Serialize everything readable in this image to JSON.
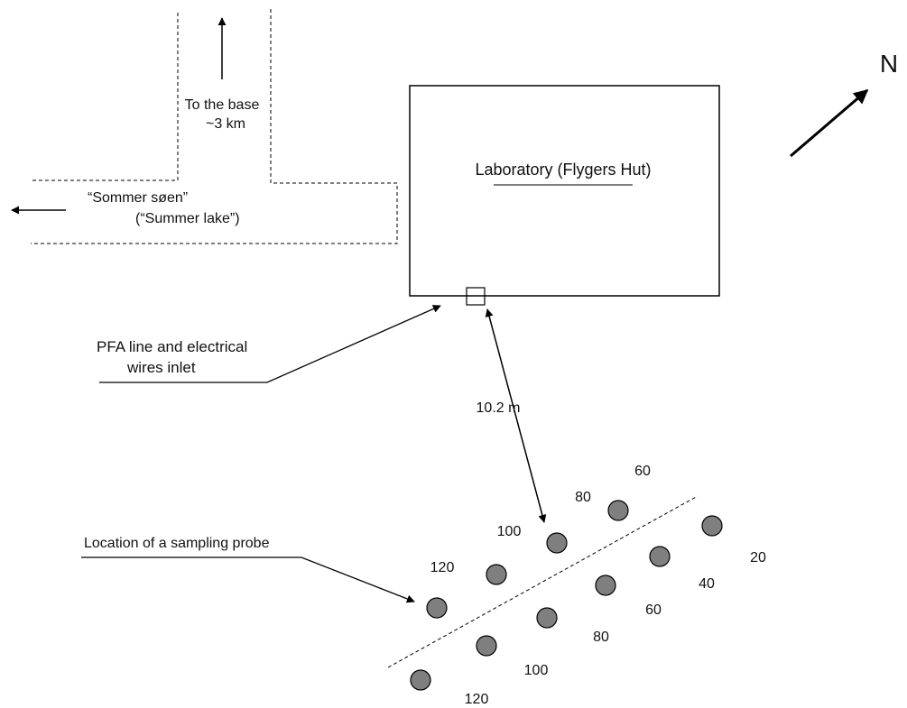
{
  "road": {
    "base_label_1": "To the base",
    "base_label_2": "~3 km",
    "lake_label_1": "“Sommer søen”",
    "lake_label_2": "(“Summer lake”)"
  },
  "lab": {
    "title": "Laboratory (Flygers Hut)"
  },
  "compass": {
    "north_label": "N"
  },
  "annotations": {
    "inlet_label_1": "PFA line and electrical",
    "inlet_label_2": "wires inlet",
    "distance_label": "10.2 m",
    "probe_label": "Location of a sampling probe"
  },
  "probes": {
    "upper_row": [
      "120",
      "100",
      "80",
      "60"
    ],
    "lower_row": [
      "20",
      "40",
      "60",
      "80",
      "100",
      "120"
    ]
  },
  "colors": {
    "probe_fill": "#7f7f7f",
    "stroke": "#000000"
  }
}
